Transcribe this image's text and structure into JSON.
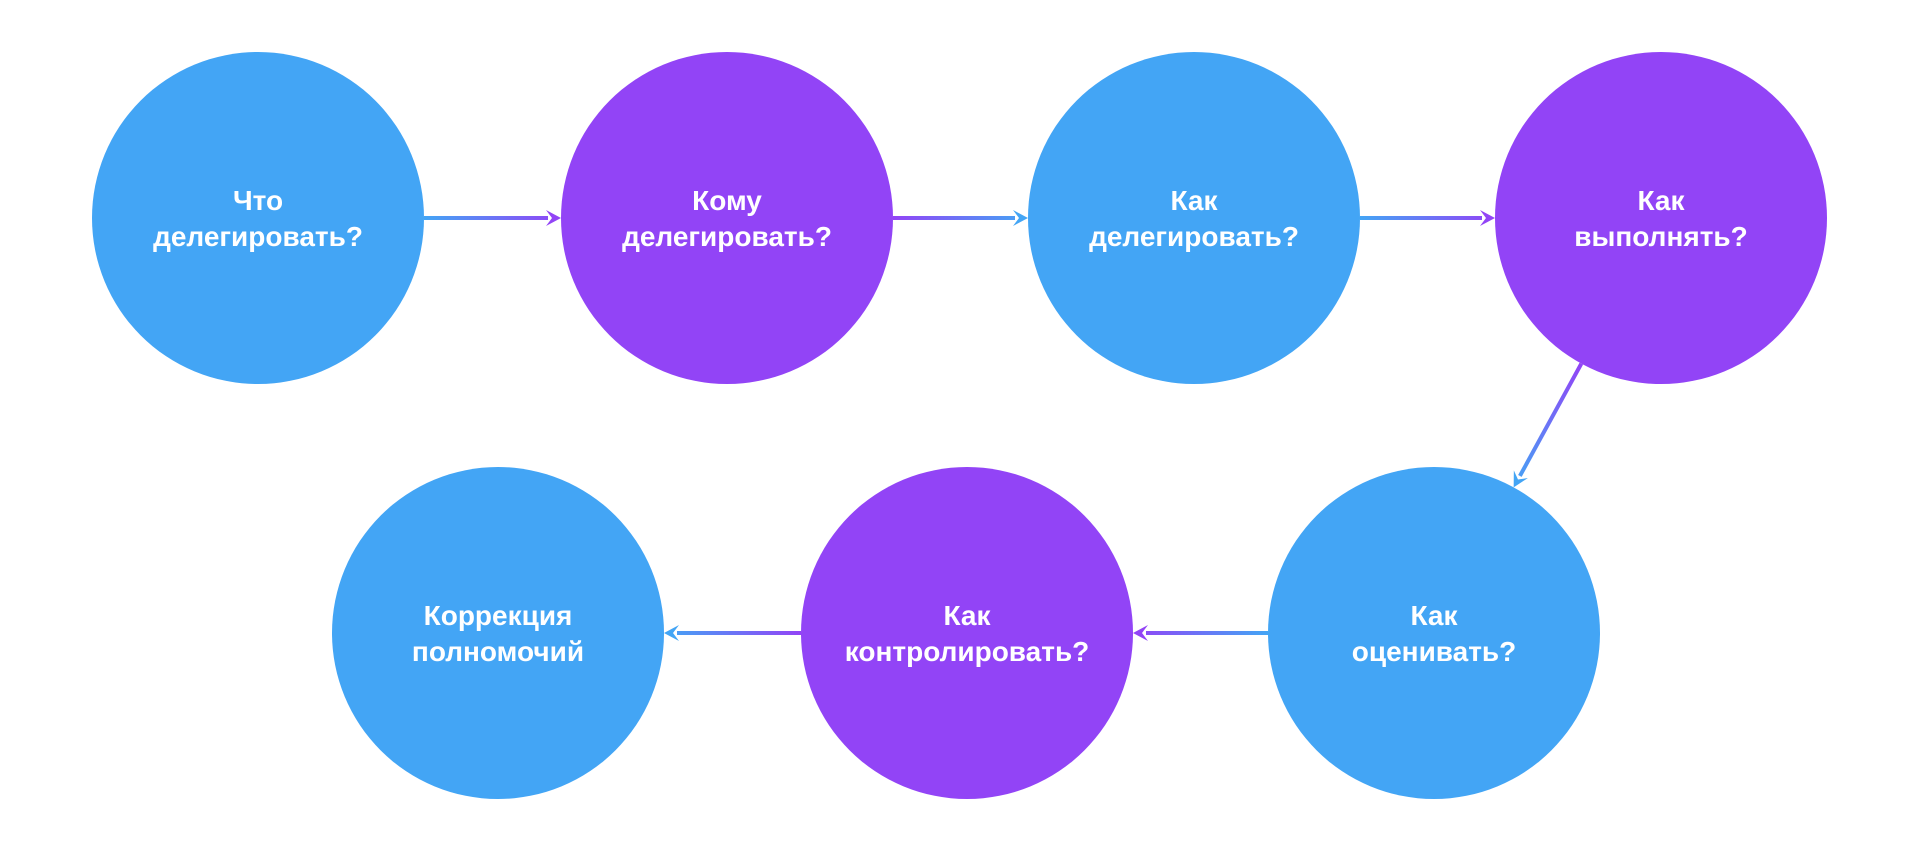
{
  "colors": {
    "blue": "#43A5F5",
    "purple": "#9244F6",
    "text": "#ffffff"
  },
  "nodes": [
    {
      "id": "n1",
      "lines": [
        "Что",
        "делегировать?"
      ],
      "color": "blue"
    },
    {
      "id": "n2",
      "lines": [
        "Кому",
        "делегировать?"
      ],
      "color": "purple"
    },
    {
      "id": "n3",
      "lines": [
        "Как",
        "делегировать?"
      ],
      "color": "blue"
    },
    {
      "id": "n4",
      "lines": [
        "Как",
        "выполнять?"
      ],
      "color": "purple"
    },
    {
      "id": "n5",
      "lines": [
        "Как",
        "оценивать?"
      ],
      "color": "blue"
    },
    {
      "id": "n6",
      "lines": [
        "Как",
        "контролировать?"
      ],
      "color": "purple"
    },
    {
      "id": "n7",
      "lines": [
        "Коррекция",
        "полномочий"
      ],
      "color": "blue"
    }
  ],
  "edges": [
    {
      "from": "n1",
      "to": "n2"
    },
    {
      "from": "n2",
      "to": "n3"
    },
    {
      "from": "n3",
      "to": "n4"
    },
    {
      "from": "n4",
      "to": "n5"
    },
    {
      "from": "n5",
      "to": "n6"
    },
    {
      "from": "n6",
      "to": "n7"
    }
  ]
}
